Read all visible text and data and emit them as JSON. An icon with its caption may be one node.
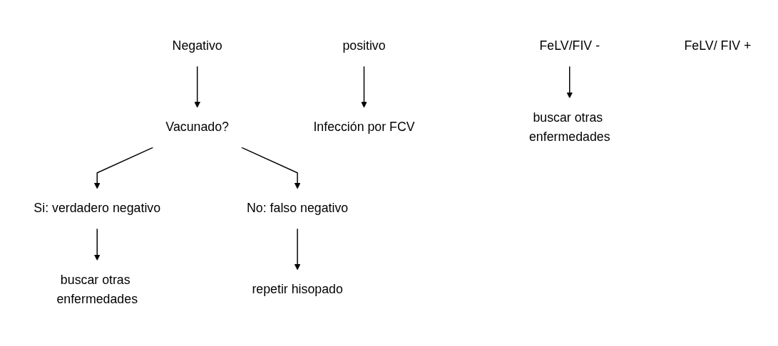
{
  "diagram": {
    "nodes": [
      {
        "text": [
          "Negativo"
        ]
      },
      {
        "text": [
          "positivo"
        ]
      },
      {
        "text": [
          "FeLV/FIV -"
        ]
      },
      {
        "text": [
          "FeLV/ FIV +"
        ]
      },
      {
        "text": [
          "Vacunado?"
        ]
      },
      {
        "text": [
          "Infección por FCV"
        ]
      },
      {
        "text": [
          "buscar otras enfermedades"
        ]
      },
      {
        "text": [
          "Si: verdadero negativo"
        ]
      },
      {
        "text": [
          "No: falso negativo"
        ]
      },
      {
        "text": [
          "buscar otras enfermedades"
        ]
      },
      {
        "text": [
          "repetir hisopado"
        ]
      }
    ],
    "edges": [
      {
        "from": 0,
        "to": 4,
        "arrow": "to"
      },
      {
        "from": 1,
        "to": 5,
        "arrow": "to"
      },
      {
        "from": 2,
        "to": 6,
        "arrow": "to"
      },
      {
        "from": 4,
        "to": 7,
        "arrow": "to"
      },
      {
        "from": 4,
        "to": 8,
        "arrow": "to"
      },
      {
        "from": 7,
        "to": 9,
        "arrow": "to"
      },
      {
        "from": 8,
        "to": 10,
        "arrow": "to"
      }
    ]
  }
}
